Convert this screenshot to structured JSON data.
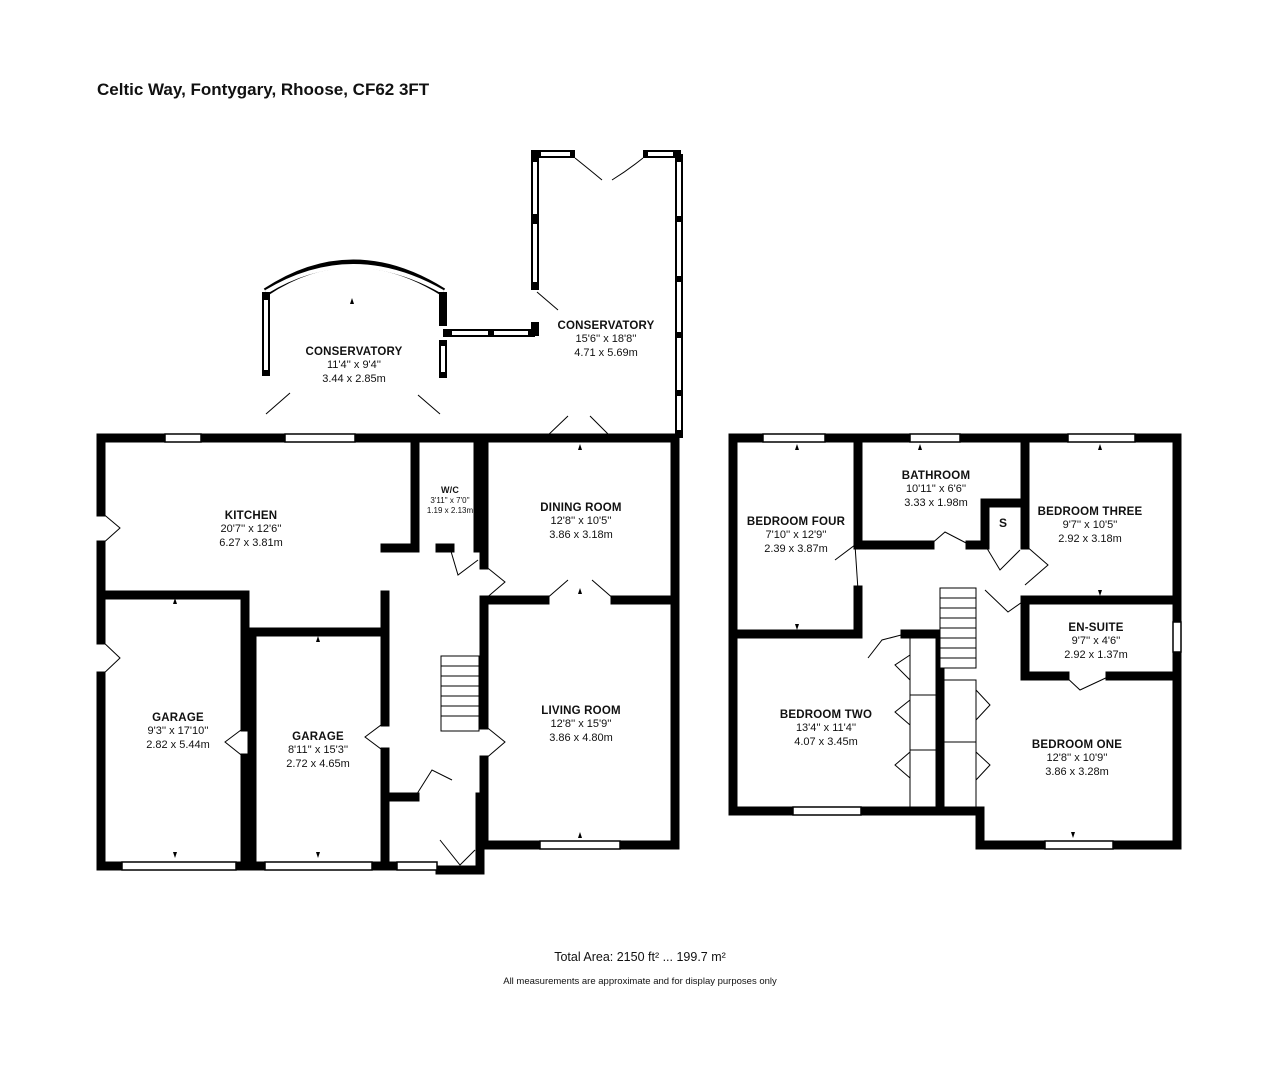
{
  "title": "Celtic Way, Fontygary, Rhoose, CF62 3FT",
  "ground_floor": {
    "conservatory_small": {
      "name": "CONSERVATORY",
      "imperial": "11'4'' x 9'4''",
      "metric": "3.44 x 2.85m"
    },
    "conservatory_large": {
      "name": "CONSERVATORY",
      "imperial": "15'6'' x 18'8''",
      "metric": "4.71 x 5.69m"
    },
    "kitchen": {
      "name": "KITCHEN",
      "imperial": "20'7'' x 12'6''",
      "metric": "6.27 x 3.81m"
    },
    "wc": {
      "name": "W/C",
      "imperial": "3'11'' x 7'0''",
      "metric": "1.19 x 2.13m"
    },
    "dining_room": {
      "name": "DINING ROOM",
      "imperial": "12'8'' x 10'5''",
      "metric": "3.86 x 3.18m"
    },
    "garage_left": {
      "name": "GARAGE",
      "imperial": "9'3'' x 17'10''",
      "metric": "2.82 x 5.44m"
    },
    "garage_right": {
      "name": "GARAGE",
      "imperial": "8'11'' x 15'3''",
      "metric": "2.72 x 4.65m"
    },
    "living_room": {
      "name": "LIVING ROOM",
      "imperial": "12'8'' x 15'9''",
      "metric": "3.86 x 4.80m"
    }
  },
  "first_floor": {
    "bedroom_four": {
      "name": "BEDROOM FOUR",
      "imperial": "7'10'' x 12'9''",
      "metric": "2.39 x 3.87m"
    },
    "bathroom": {
      "name": "BATHROOM",
      "imperial": "10'11'' x 6'6''",
      "metric": "3.33 x 1.98m"
    },
    "bedroom_three": {
      "name": "BEDROOM THREE",
      "imperial": "9'7'' x 10'5''",
      "metric": "2.92 x 3.18m"
    },
    "storage": {
      "label": "S"
    },
    "ensuite": {
      "name": "EN-SUITE",
      "imperial": "9'7'' x 4'6''",
      "metric": "2.92 x 1.37m"
    },
    "bedroom_two": {
      "name": "BEDROOM TWO",
      "imperial": "13'4'' x 11'4''",
      "metric": "4.07 x 3.45m"
    },
    "bedroom_one": {
      "name": "BEDROOM ONE",
      "imperial": "12'8'' x 10'9''",
      "metric": "3.86 x 3.28m"
    }
  },
  "footer": {
    "total_area": "Total Area: 2150 ft² ... 199.7 m²",
    "disclaimer": "All measurements are approximate and for display purposes only"
  },
  "colors": {
    "wall": "#000000",
    "background": "#ffffff",
    "window_fill": "#ffffff"
  }
}
